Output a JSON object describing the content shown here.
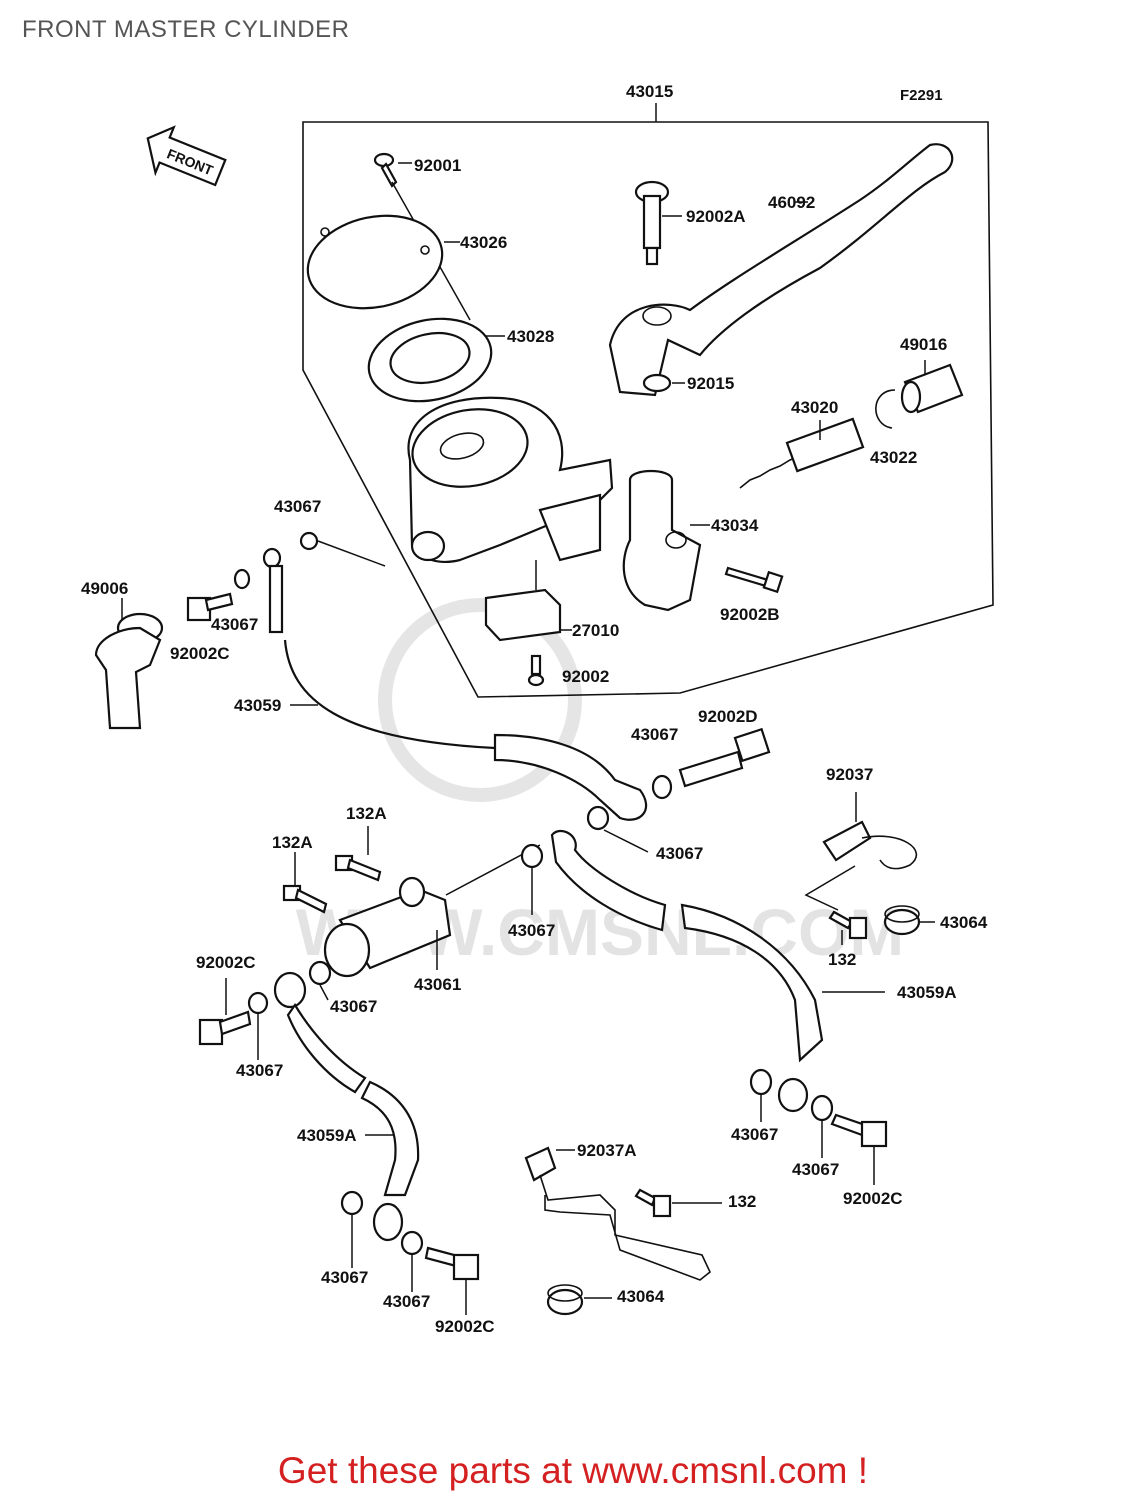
{
  "page_title": "FRONT MASTER CYLINDER",
  "figure_code": "F2291",
  "direction_label": "FRONT",
  "footer_text": "Get these parts at www.cmsnl.com !",
  "watermark_text": "WWW.CMSNL.COM",
  "colors": {
    "footer": "#d42020",
    "title": "#555555",
    "ink": "#111111"
  },
  "callouts": [
    "43015",
    "92001",
    "43026",
    "43028",
    "92002A",
    "46092",
    "92015",
    "49016",
    "43020",
    "43022",
    "43034",
    "92002B",
    "43067",
    "43067",
    "49006",
    "43067",
    "92002C",
    "27010",
    "92002",
    "43059",
    "92002D",
    "43067",
    "92037",
    "43067",
    "132A",
    "132A",
    "43067",
    "43061",
    "132",
    "43064",
    "92002C",
    "43067",
    "43059A",
    "43067",
    "43059A",
    "43067",
    "92037A",
    "132",
    "43067",
    "92002C",
    "43067",
    "43067",
    "92002C",
    "43064"
  ]
}
